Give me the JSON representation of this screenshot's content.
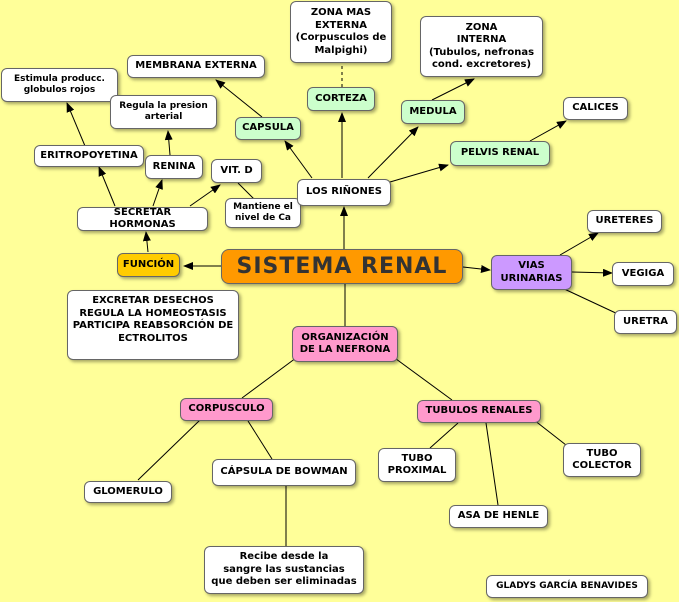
{
  "title": "SISTEMA RENAL",
  "nodes": {
    "funcion": "FUNCIÓN",
    "secretar_hormonas": "SECRETAR HORMONAS",
    "eritropoyetina": "ERITROPOYETINA",
    "estimula": "Estimula producc.\nglobulos rojos",
    "renina": "RENINA",
    "regula_presion": "Regula la presion\narterial",
    "vit_d": "VIT. D",
    "mantiene_ca": "Mantiene el\nnivel de Ca",
    "funciones_texto": "EXCRETAR DESECHOS\nREGULA LA HOMEOSTASIS\nPARTICIPA REABSORCIÓN DE\nECTROLITOS",
    "los_rinones": "LOS RIÑONES",
    "capsula": "CAPSULA",
    "membrana_externa": "MEMBRANA EXTERNA",
    "corteza": "CORTEZA",
    "zona_mas_externa": "ZONA MAS\nEXTERNA\n(Corpusculos de\nMalpighi)",
    "medula": "MEDULA",
    "zona_interna": "ZONA\nINTERNA\n(Tubulos, nefronas\ncond. excretores)",
    "pelvis_renal": "PELVIS RENAL",
    "calices": "CALICES",
    "vias_urinarias": "VIAS\nURINARIAS",
    "ureteres": "URETERES",
    "vegiga": "VEGIGA",
    "uretra": "URETRA",
    "organizacion": "ORGANIZACIÓN\nDE LA NEFRONA",
    "corpusculo": "CORPUSCULO",
    "glomerulo": "GLOMERULO",
    "capsula_bowman": "CÁPSULA DE BOWMAN",
    "recibe": "Recibe desde la\nsangre las sustancias\nque deben ser eliminadas",
    "tubulos_renales": "TUBULOS RENALES",
    "tubo_proximal": "TUBO\nPROXIMAL",
    "asa_henle": "ASA DE HENLE",
    "tubo_colector": "TUBO\nCOLECTOR",
    "author": "GLADYS GARCÍA BENAVIDES"
  },
  "colors": {
    "background": "#ffff99",
    "central": "#ff9900",
    "funcion": "#ffcc00",
    "green_nodes": "#ccffcc",
    "pink_nodes": "#ff99cc",
    "purple_nodes": "#cc99ff",
    "white_nodes": "#ffffff"
  }
}
